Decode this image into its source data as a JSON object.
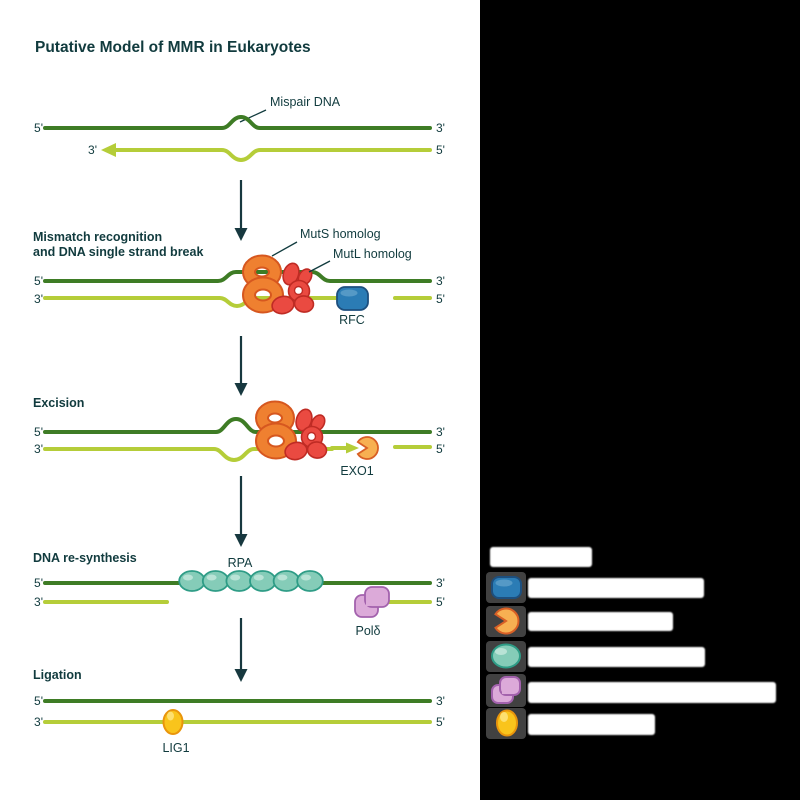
{
  "figure": {
    "type": "biology-pathway-diagram",
    "background_left": "#ffffff",
    "background_right": "#000000"
  },
  "labels": {
    "title": "Putative Model of MMR in Eukaryotes",
    "mispair": "Mispair DNA",
    "step2_line1": "Mismatch recognition",
    "step2_line2": "and DNA single strand break",
    "step3": "Excision",
    "step4": "DNA re-synthesis",
    "step5": "Ligation",
    "muts": "MutS homolog",
    "mutl": "MutL homolog",
    "rfc": "RFC",
    "exo1": "EXO1",
    "rpa": "RPA",
    "pold": "Polδ",
    "lig1": "LIG1",
    "five_prime": "5'",
    "three_prime": "3'"
  },
  "colors": {
    "ink": "#113b3e",
    "arrow": "#17383f",
    "strand_top": "#3e7c25",
    "strand_bottom": "#b5cd39",
    "clamp_fill": "#ef8030",
    "clamp_stroke": "#d6571f",
    "mutl_fill": "#ea4a41",
    "mutl_stroke": "#bf2b24",
    "rfc_fill": "#2b7cb5",
    "rfc_stroke": "#1d4f7e",
    "exo1_fill": "#f7b052",
    "exo1_stroke": "#d85f25",
    "rpa_fill": "#85ccb8",
    "rpa_stroke": "#2e9c86",
    "pold_fill": "#dcaad9",
    "pold_stroke": "#a362ad",
    "lig1_fill": "#f9c41c",
    "lig1_stroke": "#e9950c"
  },
  "legend": {
    "heading": {
      "redacted": true,
      "visible_text": ""
    },
    "items": [
      {
        "icon": "rfc-icon",
        "fill": "#2b7cb5",
        "stroke": "#1d4f7e",
        "text_redacted": true
      },
      {
        "icon": "exo1-icon",
        "fill": "#f7b052",
        "stroke": "#d85f25",
        "text_redacted": true
      },
      {
        "icon": "rpa-icon",
        "fill": "#85ccb8",
        "stroke": "#2e9c86",
        "text_redacted": true
      },
      {
        "icon": "pol-delta-icon",
        "fill": "#dcaad9",
        "stroke": "#a362ad",
        "text_redacted": true
      },
      {
        "icon": "lig1-icon",
        "fill": "#f9c41c",
        "stroke": "#e9950c",
        "text_redacted": true
      }
    ]
  }
}
